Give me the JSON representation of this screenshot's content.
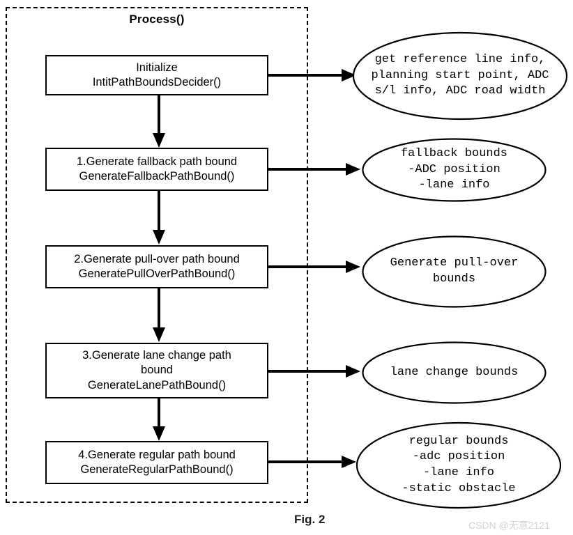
{
  "figure": {
    "caption": "Fig. 2",
    "watermark": "CSDN @无意2121"
  },
  "group": {
    "title": "Process()"
  },
  "steps": [
    {
      "id": "initialize",
      "lines": [
        "Initialize",
        "IntitPathBoundsDecider()"
      ],
      "line1": "Initialize",
      "line2": "IntitPathBoundsDecider()",
      "line3": ""
    },
    {
      "id": "fallback",
      "lines": [
        "1.Generate fallback path bound",
        "GenerateFallbackPathBound()"
      ],
      "line1": "1.Generate fallback path bound",
      "line2": "GenerateFallbackPathBound()",
      "line3": ""
    },
    {
      "id": "pull-over",
      "lines": [
        "2.Generate pull-over path bound",
        "GeneratePullOverPathBound()"
      ],
      "line1": "2.Generate pull-over path bound",
      "line2": "GeneratePullOverPathBound()",
      "line3": ""
    },
    {
      "id": "lane-change",
      "lines": [
        "3.Generate lane change path",
        "bound",
        "GenerateLanePathBound()"
      ],
      "line1": "3.Generate lane change path",
      "line2": "bound",
      "line3": "GenerateLanePathBound()"
    },
    {
      "id": "regular",
      "lines": [
        "4.Generate regular path bound",
        "GenerateRegularPathBound()"
      ],
      "line1": "4.Generate regular path bound",
      "line2": "GenerateRegularPathBound()",
      "line3": ""
    }
  ],
  "outputs": [
    {
      "id": "init-output",
      "line1": "get reference line info,",
      "line2": "planning start point, ADC",
      "line3": "s/l info, ADC road width",
      "line4": ""
    },
    {
      "id": "fallback-output",
      "line1": "fallback bounds",
      "line2": "-ADC position",
      "line3": "-lane info",
      "line4": ""
    },
    {
      "id": "pull-over-output",
      "line1": "Generate pull-over",
      "line2": "bounds",
      "line3": "",
      "line4": ""
    },
    {
      "id": "lane-change-output",
      "line1": "lane change bounds",
      "line2": "",
      "line3": "",
      "line4": ""
    },
    {
      "id": "regular-output",
      "line1": "regular bounds",
      "line2": "-adc position",
      "line3": "-lane info",
      "line4": "-static obstacle"
    }
  ],
  "colors": {
    "stroke": "#000000",
    "background": "#ffffff",
    "watermark": "#d2d2d2"
  }
}
